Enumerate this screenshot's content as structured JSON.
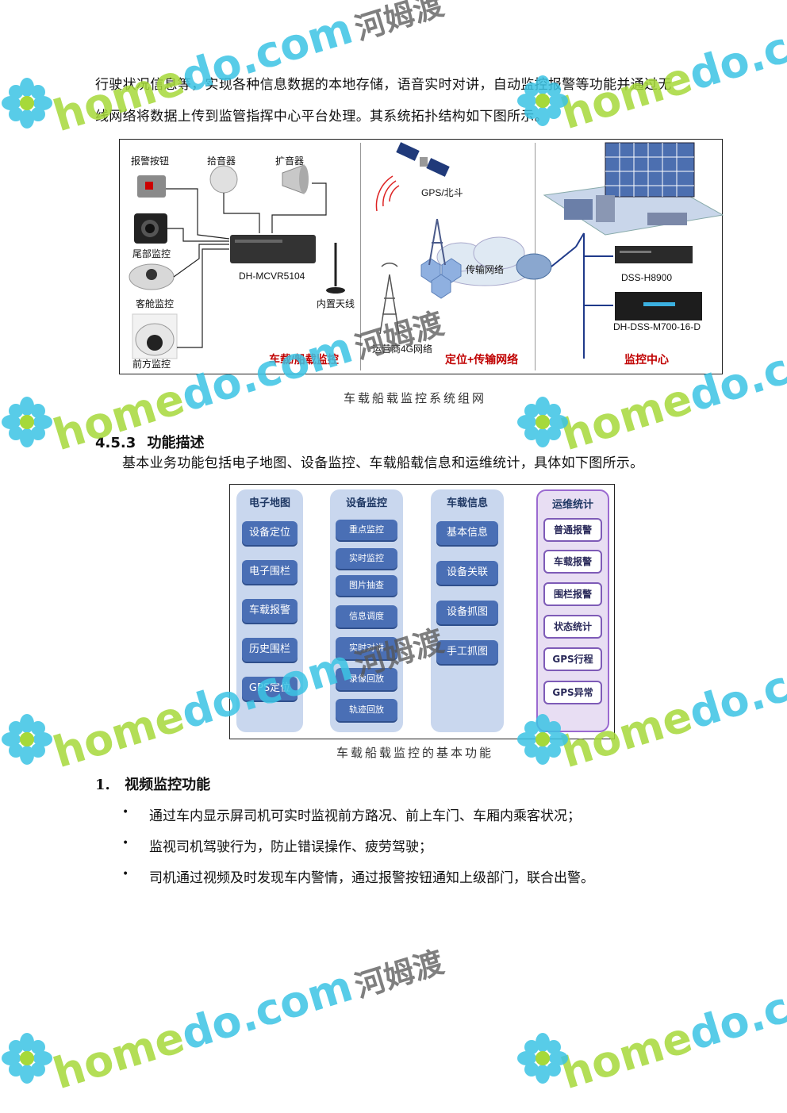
{
  "intro": {
    "line1": "行驶状况信息等，实现各种信息数据的本地存储，语音实时对讲，自动监控报警等功能并通过无",
    "line2": "线网络将数据上传到监管指挥中心平台处理。其系统拓扑结构如下图所示。"
  },
  "figure1": {
    "caption": "车载船载监控系统组网",
    "devices": {
      "alarm_button": "报警按钮",
      "pickup": "拾音器",
      "speaker": "扩音器",
      "rear_cam": "尾部监控",
      "cabin_cam": "客舱监控",
      "front_cam": "前方监控",
      "dvr": "DH-MCVR5104",
      "antenna": "内置天线",
      "gps": "GPS/北斗",
      "network": "传输网络",
      "carrier": "运营商4G网络",
      "server1": "DSS-H8900",
      "server2": "DH-DSS-M700-16-D"
    },
    "sections": {
      "vehicle": "车载/船载监控",
      "transport": "定位+传输网络",
      "center": "监控中心"
    }
  },
  "section": {
    "number": "4.5.3",
    "title": "功能描述",
    "desc": "基本业务功能包括电子地图、设备监控、车载船载信息和运维统计，具体如下图所示。"
  },
  "figure2": {
    "caption": "车载船载监控的基本功能",
    "columns": [
      {
        "title": "电子地图",
        "items": [
          "设备定位",
          "电子围栏",
          "车载报警",
          "历史围栏",
          "GPS定位"
        ]
      },
      {
        "title": "设备监控",
        "items": [
          "重点监控",
          "实时监控",
          "图片抽查",
          "信息调度",
          "实时对讲",
          "录像回放",
          "轨迹回放"
        ]
      },
      {
        "title": "车载信息",
        "items": [
          "基本信息",
          "设备关联",
          "设备抓图",
          "手工抓图"
        ]
      },
      {
        "title": "运维统计",
        "items": [
          "普通报警",
          "车载报警",
          "围栏报警",
          "状态统计",
          "GPS行程",
          "GPS异常"
        ]
      }
    ]
  },
  "list": {
    "heading_num": "1.",
    "heading": "视频监控功能",
    "bullet_char": "•",
    "items": [
      "通过车内显示屏司机可实时监视前方路况、前上车门、车厢内乘客状况；",
      "监视司机驾驶行为，防止错误操作、疲劳驾驶；",
      "司机通过视频及时发现车内警情，通过报警按钮通知上级部门，联合出警。"
    ]
  },
  "watermark": {
    "home": "home",
    "dcom": "do.com",
    "cn": "河姆渡"
  }
}
